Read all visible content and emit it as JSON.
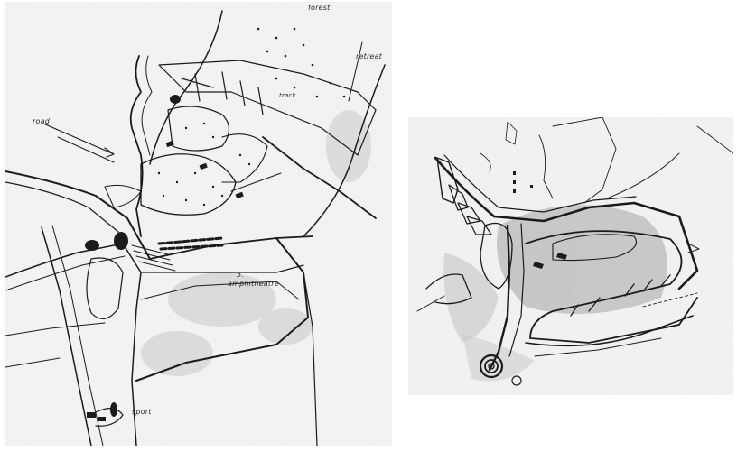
{
  "labels": {
    "forest": "forest",
    "retreat": "retreat",
    "road": "road",
    "track": "track",
    "amphitheatre_number": "5.",
    "amphitheatre": "amphitheatre",
    "sport": "sport"
  },
  "colors": {
    "paper": "#f4f4f2",
    "ink": "#1b1b1b",
    "smudge": "#9a9a9a"
  }
}
